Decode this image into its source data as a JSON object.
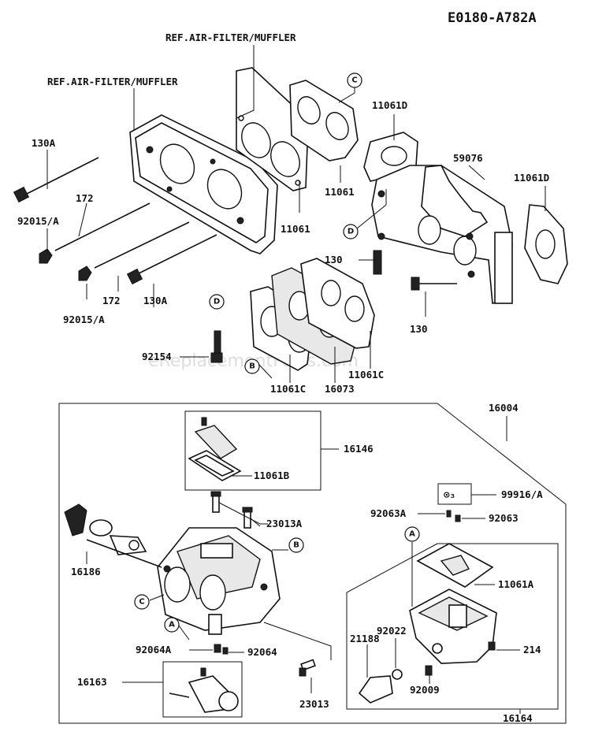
{
  "diagram_code": "E0180-A782A",
  "watermark": "eReplacementParts.com",
  "callouts": {
    "ref_filter_top": "REF.AIR-FILTER/MUFFLER",
    "ref_filter_left": "REF.AIR-FILTER/MUFFLER",
    "c_top": "C",
    "p11061d_a": "11061D",
    "p59076": "59076",
    "p11061d_b": "11061D",
    "p130a_a": "130A",
    "p172_a": "172",
    "p92015a_a": "92015/A",
    "p11061_a": "11061",
    "p11061_b": "11061",
    "d_mid": "D",
    "p130_a": "130",
    "p172_b": "172",
    "p130a_b": "130A",
    "p92015a_b": "92015/A",
    "p130_b": "130",
    "d_bolt": "D",
    "p92154": "92154",
    "b_left": "B",
    "p11061c_a": "11061C",
    "p11061c_b": "11061C",
    "p16073": "16073",
    "p16004": "16004",
    "p16146": "16146",
    "p11061b": "11061B",
    "p23013a": "23013A",
    "b_carb": "B",
    "p16186": "16186",
    "c_carb": "C",
    "a_carb": "A",
    "p92064a": "92064A",
    "p92064": "92064",
    "p16163": "16163",
    "p23013": "23013",
    "kit_symbol": "⊙₃",
    "p99916a": "99916/A",
    "p92063a": "92063A",
    "p92063": "92063",
    "a_bowl": "A",
    "p11061a": "11061A",
    "p92022": "92022",
    "p21188": "21188",
    "p214": "214",
    "p92009": "92009",
    "p16164": "16164"
  }
}
